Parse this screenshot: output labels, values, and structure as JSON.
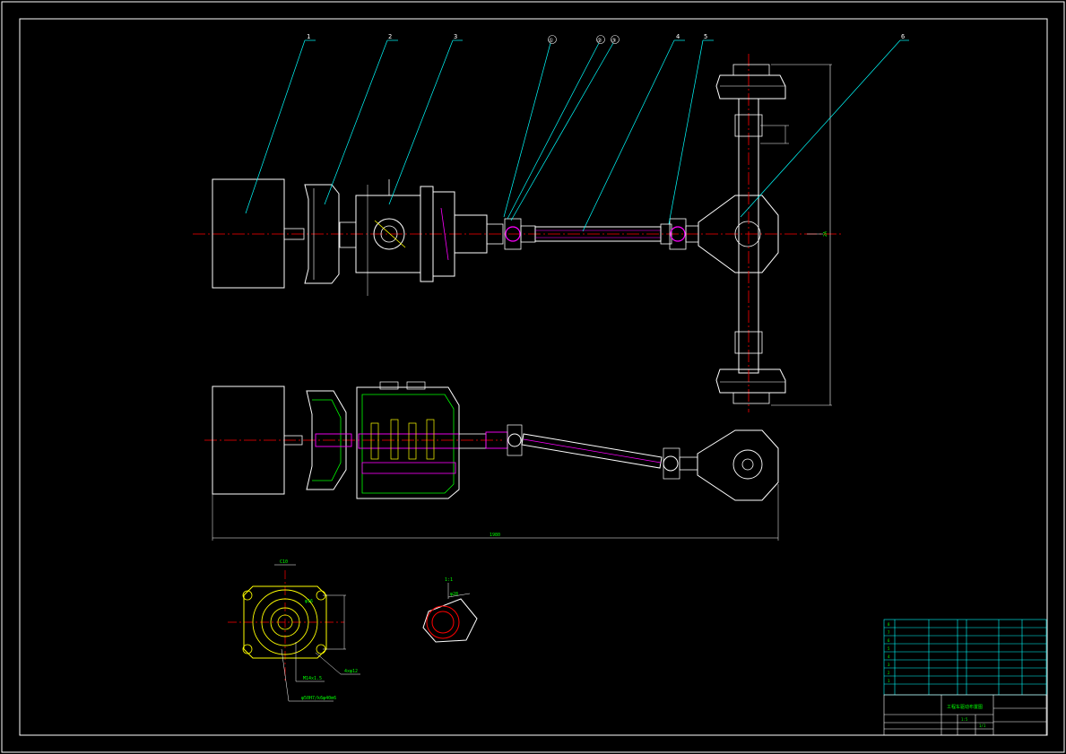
{
  "title": "CAD drawing",
  "colors": {
    "background": "#000000",
    "outline": "#ffffff",
    "leader": "#00ffff",
    "centerline": "#ff0000",
    "dimension": "#00ff00",
    "part": "#ff00ff",
    "highlight": "#ffff00"
  },
  "callouts": {
    "c1": "1",
    "c2": "2",
    "c3": "3",
    "cA": "①",
    "cB": "②",
    "cC": "③",
    "c4": "4",
    "c5": "5",
    "c6": "6"
  },
  "dimensions": {
    "overall_length": "1980",
    "vertical_span": "2A",
    "flange_dia": "φ16",
    "bolt_label": "4xφ12",
    "note_a": "M14x1.5",
    "note_b": "φ50H7/k6φ40m6",
    "section_mark": "1:1",
    "angle_label": "φ28",
    "flange_size": "C10"
  },
  "title_block": {
    "drawing_name": "工程车驱动布置图",
    "rows": [
      "8",
      "7",
      "6",
      "5",
      "4",
      "3",
      "2",
      "1"
    ],
    "scale": "1:5",
    "sheet": "1/1"
  }
}
